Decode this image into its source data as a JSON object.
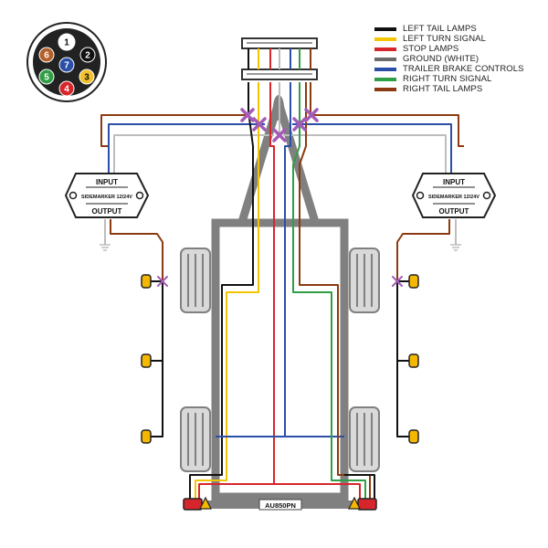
{
  "connector": {
    "pins": [
      {
        "num": "1",
        "color": "#ffffff",
        "text_color": "#111111"
      },
      {
        "num": "2",
        "color": "#111111",
        "text_color": "#ffffff"
      },
      {
        "num": "3",
        "color": "#f2c12e",
        "text_color": "#111111"
      },
      {
        "num": "4",
        "color": "#d7262b",
        "text_color": "#ffffff"
      },
      {
        "num": "5",
        "color": "#2f9e44",
        "text_color": "#ffffff"
      },
      {
        "num": "6",
        "color": "#b4602a",
        "text_color": "#ffffff"
      },
      {
        "num": "7",
        "color": "#2b4fa8",
        "text_color": "#ffffff"
      }
    ]
  },
  "legend": [
    {
      "label": "LEFT TAIL LAMPS",
      "color": "#111111"
    },
    {
      "label": "LEFT TURN SIGNAL",
      "color": "#f5c400"
    },
    {
      "label": "STOP LAMPS",
      "color": "#d7262b"
    },
    {
      "label": "GROUND (WHITE)",
      "color": "#6b6b6b"
    },
    {
      "label": "TRAILER BRAKE CONTROLS",
      "color": "#2b4fa8"
    },
    {
      "label": "RIGHT TURN SIGNAL",
      "color": "#2f9e44"
    },
    {
      "label": "RIGHT TAIL LAMPS",
      "color": "#8b3a12"
    }
  ],
  "sidemarker_left": {
    "input": "INPUT",
    "model": "SIDEMARKER 12/24V",
    "output": "OUTPUT"
  },
  "sidemarker_right": {
    "input": "INPUT",
    "model": "SIDEMARKER 12/24V",
    "output": "OUTPUT"
  },
  "rear_plate": "AU850PN",
  "colors": {
    "frame": "#808080",
    "marker_lamp": "#f5b800",
    "splice": "#a35bb5",
    "tail_lamp": "#d7262b"
  }
}
